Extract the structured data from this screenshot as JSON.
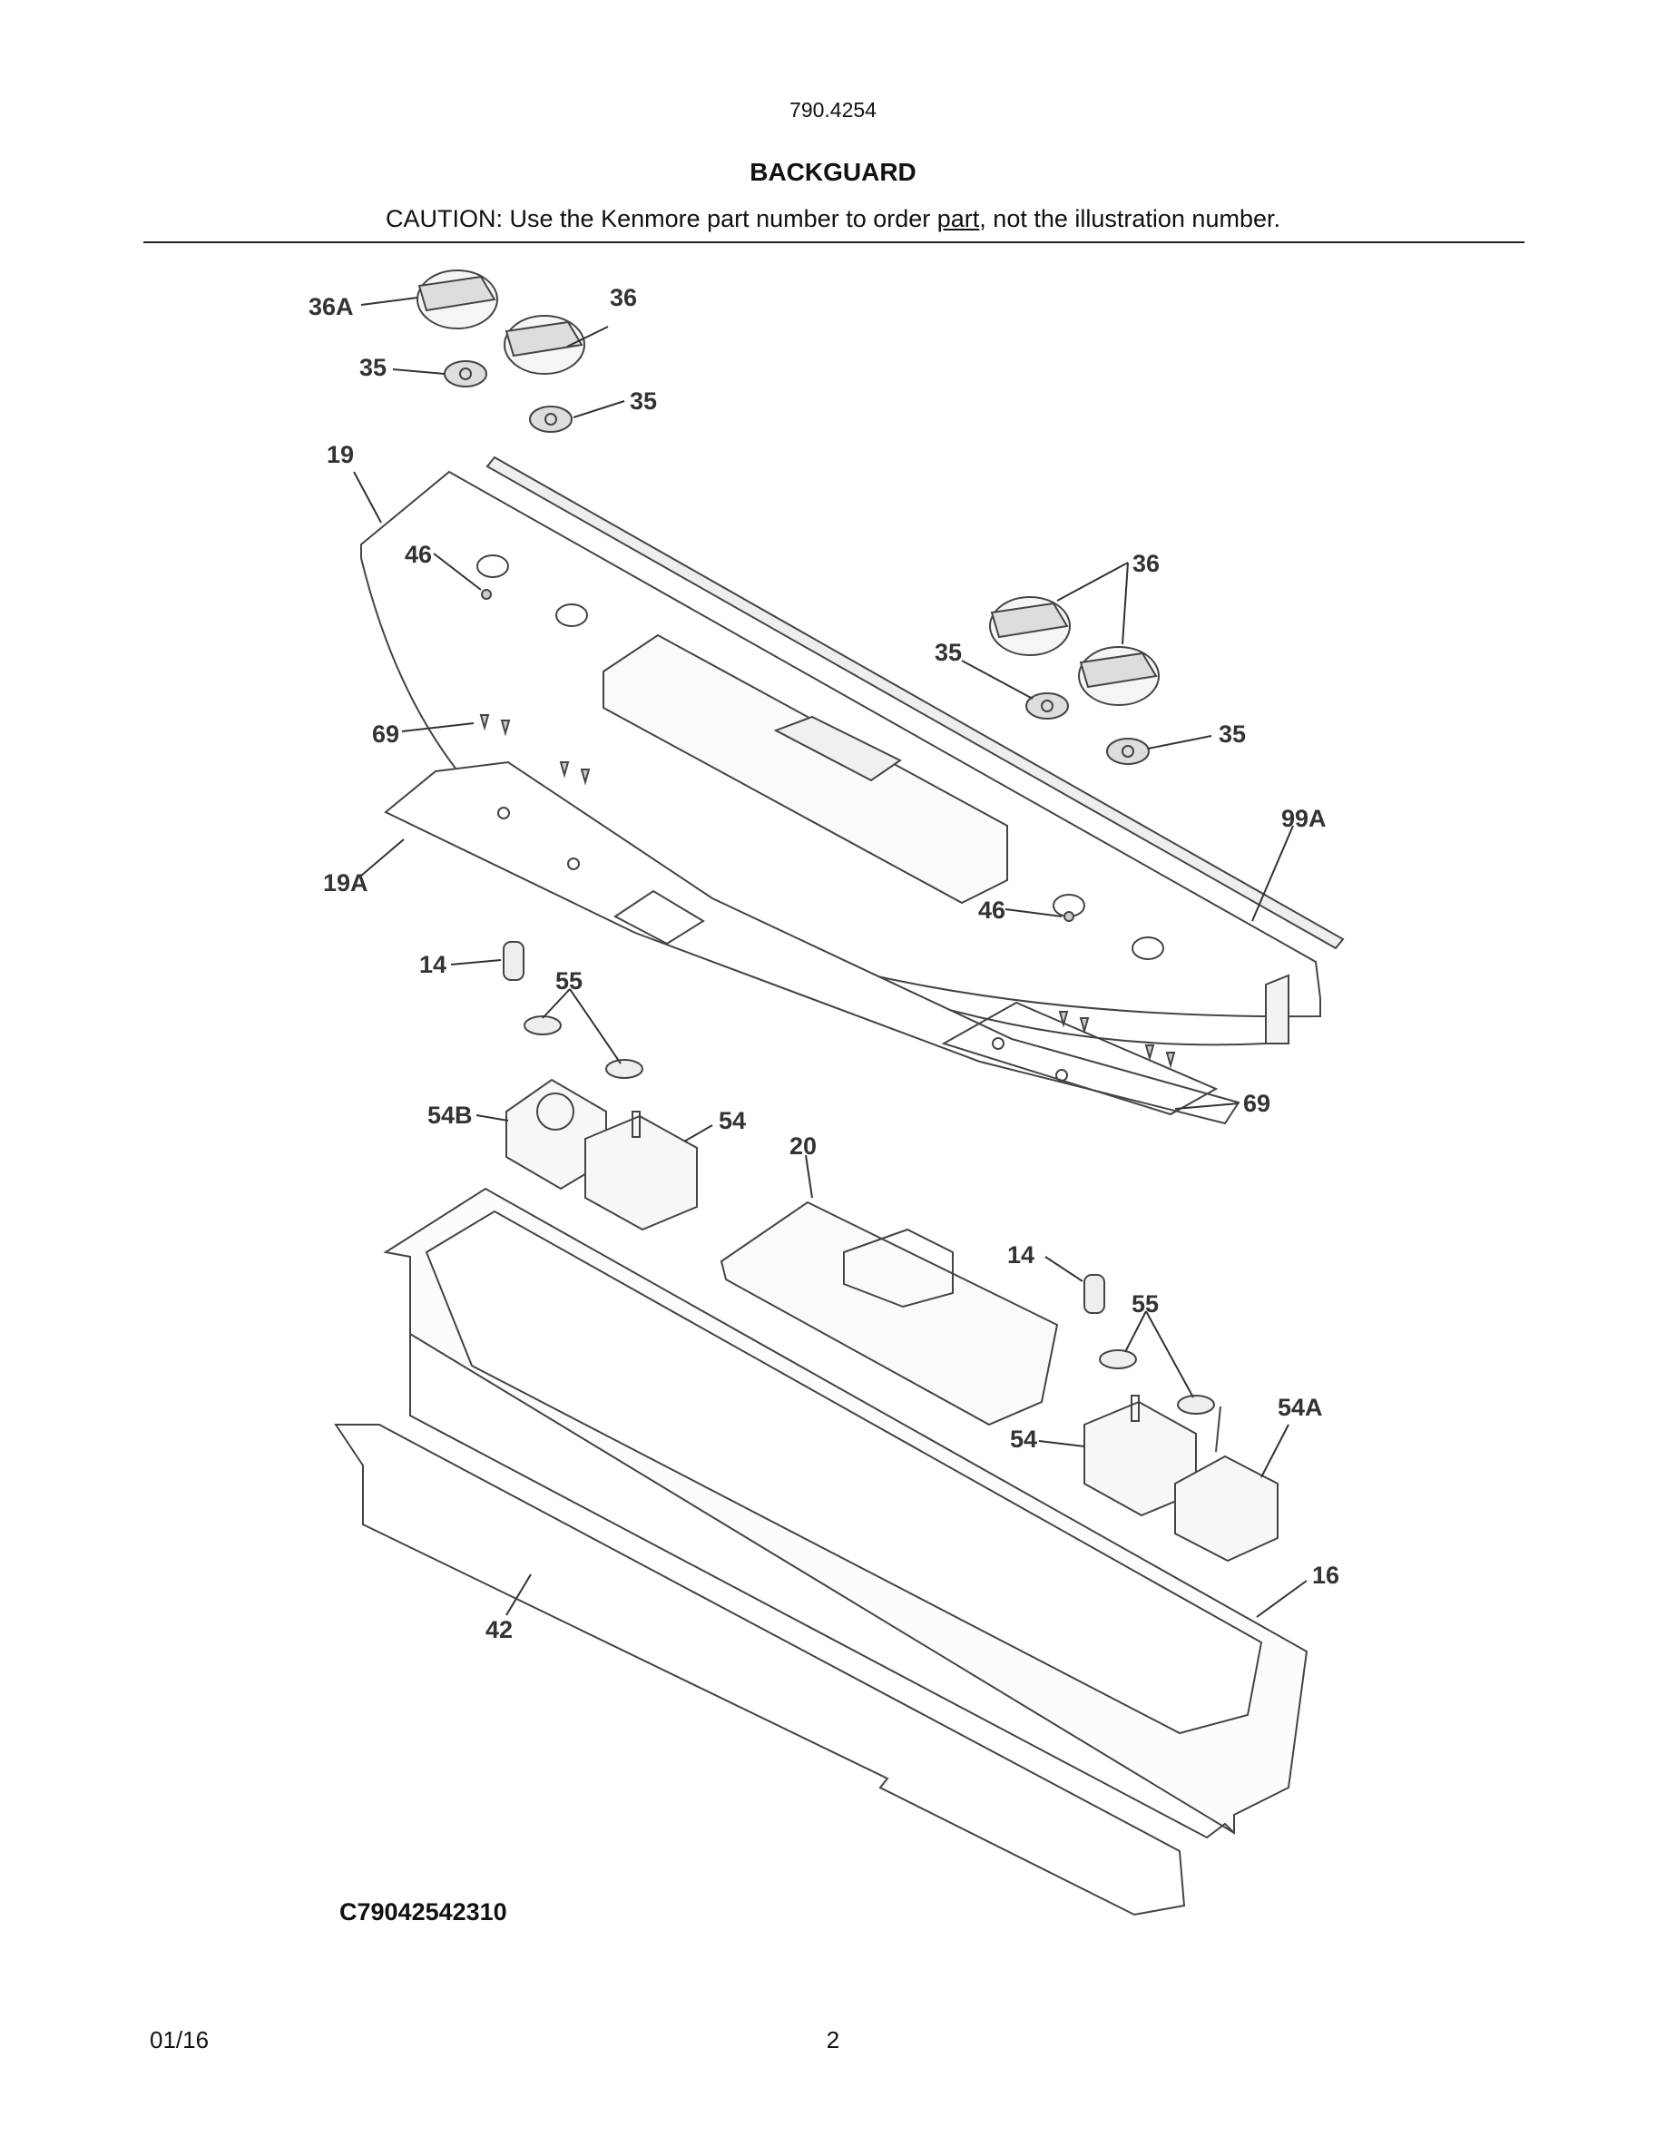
{
  "header": {
    "model_number": "790.4254",
    "title": "BACKGUARD",
    "caution_prefix": "CAUTION: Use the Kenmore part number to order ",
    "caution_underlined": "part",
    "caution_suffix": ", not the illustration number."
  },
  "diagram": {
    "code": "C79042542310",
    "callouts": [
      "36A",
      "36",
      "35",
      "35",
      "19",
      "46",
      "36",
      "35",
      "35",
      "69",
      "99A",
      "19A",
      "46",
      "14",
      "55",
      "54B",
      "54",
      "20",
      "69",
      "14",
      "55",
      "54A",
      "54",
      "16",
      "42"
    ]
  },
  "footer": {
    "date": "01/16",
    "page_number": "2"
  }
}
